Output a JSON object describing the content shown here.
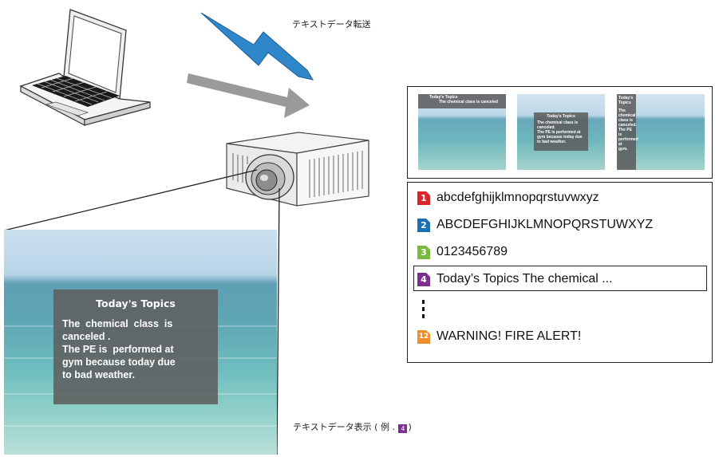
{
  "captions": {
    "transfer": "テキストデータ転送",
    "display_prefix": "テキストデータ表示 ( 例 . ",
    "display_badge": "4",
    "display_suffix": ")"
  },
  "big_screen": {
    "title": "Today's Topics",
    "lines": [
      "The  chemical  class  is",
      "canceled .",
      "The PE is  performed at",
      "gym because today due",
      "to bad weather."
    ]
  },
  "thumbnails": {
    "top_banner": {
      "title": "Today's Topics",
      "text": "The chemical class is canceled"
    },
    "center_box": {
      "title": "Today's Topics",
      "lines": [
        "The chemical class is",
        "canceled.",
        "The PE is performed at",
        "gym because today due",
        "to bad weather."
      ]
    },
    "side_column": {
      "lines": [
        "Today's",
        "Topics",
        "",
        "The",
        "chemical",
        "class is",
        "canceled.",
        "The PE is",
        "performed at",
        "gym."
      ]
    }
  },
  "text_list": [
    {
      "number": "1",
      "color": "#d7262a",
      "text": "abcdefghijklmnopqrstuvwxyz"
    },
    {
      "number": "2",
      "color": "#1c6fb4",
      "text": "ABCDEFGHIJKLMNOPQRSTUWXYZ"
    },
    {
      "number": "3",
      "color": "#7ab93b",
      "text": "0123456789"
    },
    {
      "number": "4",
      "color": "#7d2f8e",
      "text": "Today’s Topics The chemical ..."
    },
    {
      "number": "12",
      "color": "#ef8d28",
      "text": "WARNING! FIRE ALERT!"
    }
  ],
  "selected_index": 3,
  "colors": {
    "signal_bolt": "#2f86c8",
    "transfer_arrow": "#9a9a9a",
    "panel_border": "#222222"
  }
}
